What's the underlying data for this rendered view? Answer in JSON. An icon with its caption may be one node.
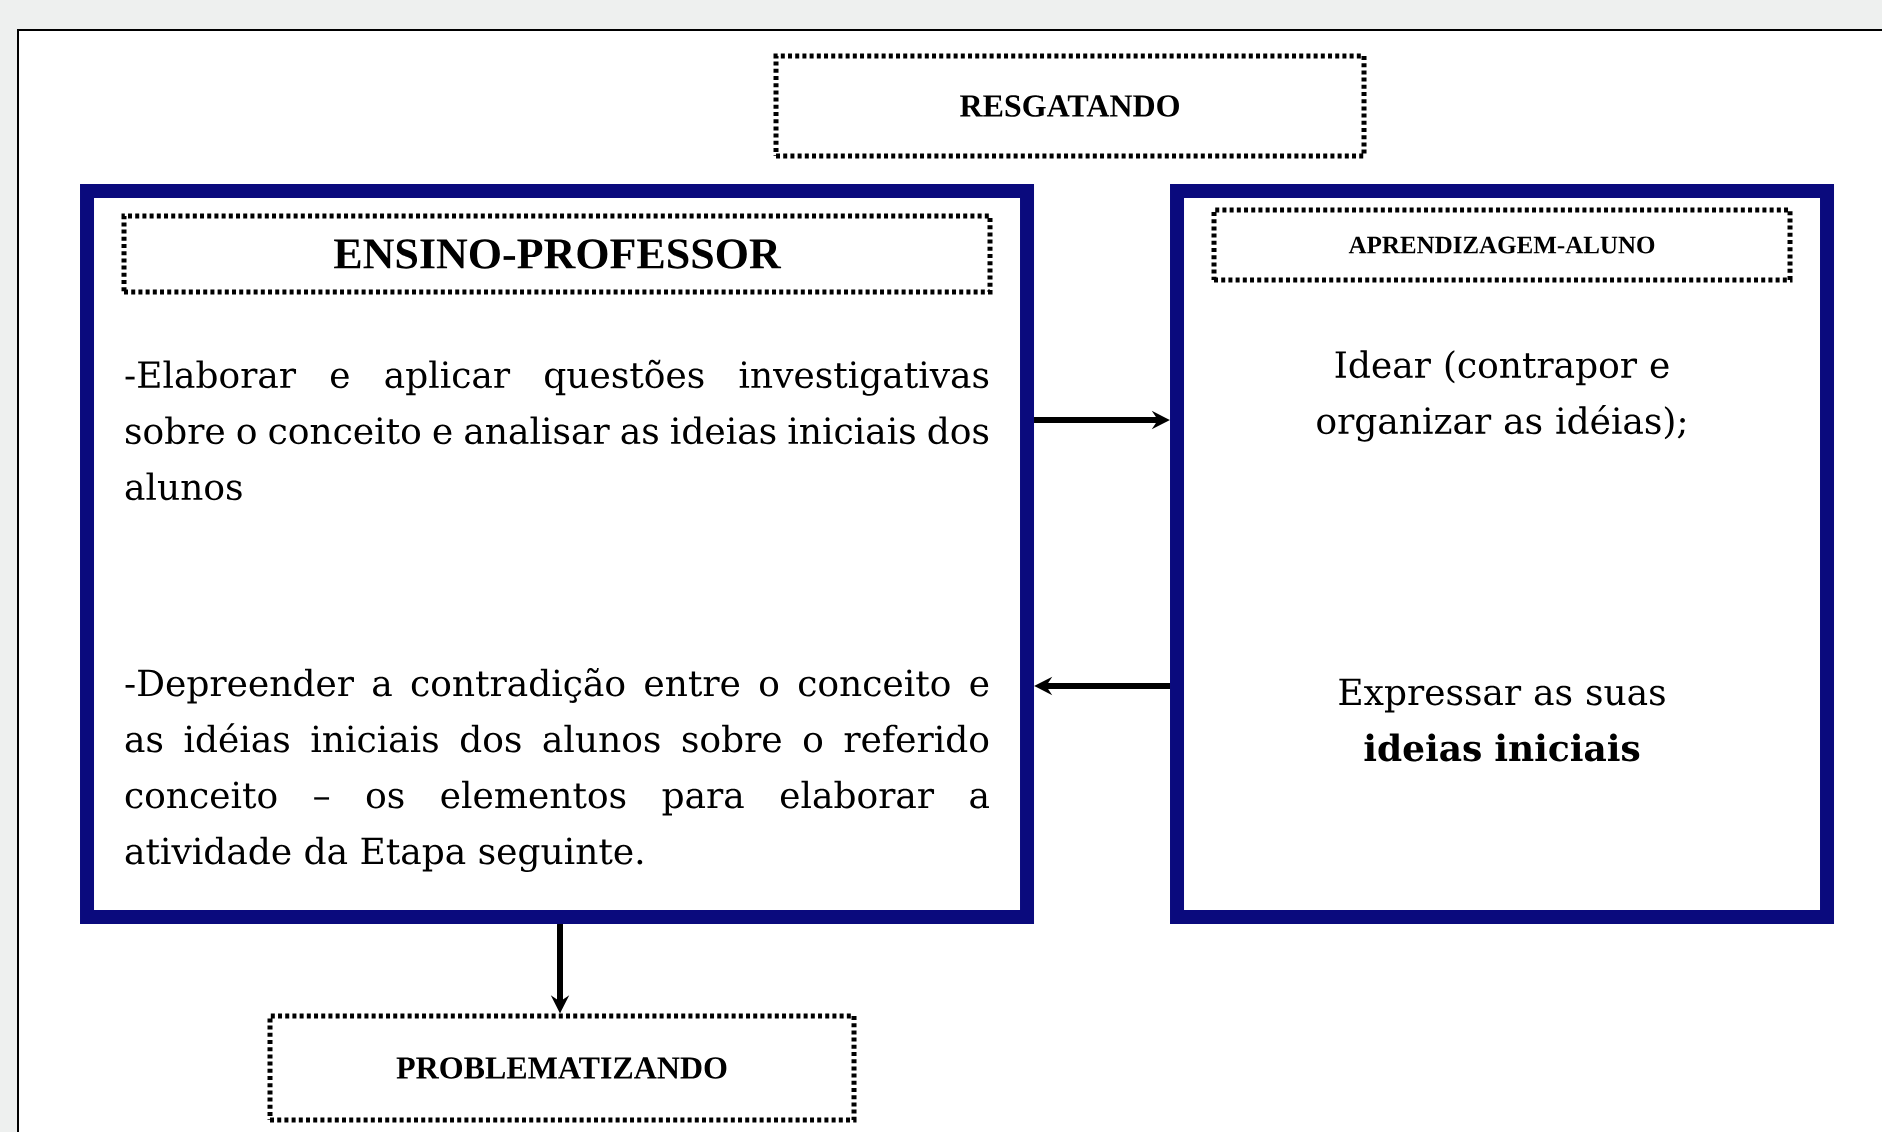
{
  "diagram": {
    "nodes": [
      {
        "text": [
          "RESGATANDO"
        ]
      },
      {
        "text": [
          "-Elaborar e aplicar questões investigativas sobre o conceito e analisar as ideias iniciais dos alunos",
          "-Depreender a contradição entre o conceito e as idéias iniciais dos alunos sobre o referido conceito – os elementos para elaborar a atividade da Etapa seguinte."
        ]
      },
      {
        "text": [
          "ENSINO-PROFESSOR"
        ],
        "in": 1
      },
      {
        "text": [
          "Idear (contrapor e organizar as idéias);",
          "Expressar as suas **ideias iniciais**"
        ]
      },
      {
        "text": [
          "APRENDIZAGEM-ALUNO"
        ],
        "in": 3
      },
      {
        "text": [
          "PROBLEMATIZANDO"
        ]
      }
    ],
    "edges": [
      {
        "from": 1,
        "to": 3,
        "arrow": "to"
      },
      {
        "from": 3,
        "to": 1,
        "arrow": "to"
      },
      {
        "from": 1,
        "to": 5,
        "arrow": "to"
      }
    ]
  }
}
